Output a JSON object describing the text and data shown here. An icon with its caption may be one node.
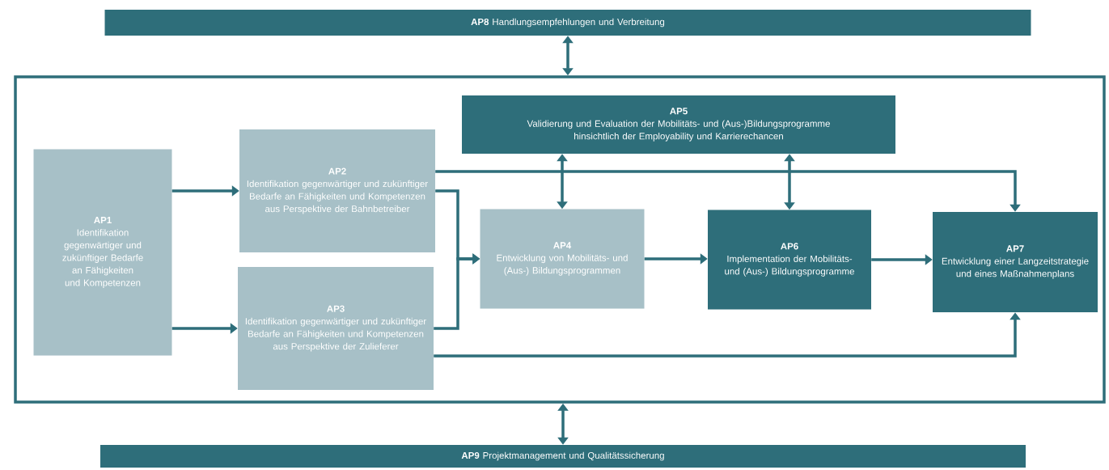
{
  "diagram": {
    "nodes": [
      {
        "text": [
          "**AP8** Handlungsempfehlungen und Verbreitung"
        ]
      },
      {
        "text": [],
        "shape": "box"
      },
      {
        "text": [
          "AP1",
          "Identifikation gegenwärtiger und zukünftiger Bedarfe an Fähigkeiten und Kompetenzen"
        ],
        "in": 1
      },
      {
        "text": [
          "AP2",
          "Identifikation gegenwärtiger und zukünftiger Bedarfe an Fähigkeiten und Kompetenzen aus Perspektive der Bahnbetreiber"
        ],
        "in": 1
      },
      {
        "text": [
          "AP3",
          "Identifikation gegenwärtiger und zukünftiger Bedarfe an Fähigkeiten und Kompetenzen aus Perspektive der Zulieferer"
        ],
        "in": 1
      },
      {
        "text": [
          "AP4",
          "Entwicklung von Mobilitäts- und (Aus-) Bildungsprogrammen"
        ],
        "in": 1
      },
      {
        "text": [
          "AP5",
          "Validierung und Evaluation der Mobilitäts- und (Aus-)Bildungsprogramme hinsichtlich der Employability und Karrierechancen"
        ],
        "in": 1
      },
      {
        "text": [
          "AP6",
          "Implementation der Mobilitäts- und (Aus-) Bildungsprogramme"
        ],
        "in": 1
      },
      {
        "text": [
          "AP7",
          "Entwicklung einer Langzeitstrategie und eines Maßnahmenplans"
        ],
        "in": 1
      },
      {
        "text": [
          "**AP9** Projektmanagement und Qualitätssicherung"
        ]
      }
    ],
    "edges": [
      {
        "from": 0,
        "to": 1,
        "arrow": "both"
      },
      {
        "from": 1,
        "to": 9,
        "arrow": "both"
      },
      {
        "from": 2,
        "to": 3,
        "arrow": "to"
      },
      {
        "from": 2,
        "to": 4,
        "arrow": "to"
      },
      {
        "from": 3,
        "to": 5,
        "arrow": "to"
      },
      {
        "from": 4,
        "to": 5,
        "arrow": "to"
      },
      {
        "from": 3,
        "to": 8,
        "arrow": "to"
      },
      {
        "from": 4,
        "to": 8,
        "arrow": "to"
      },
      {
        "from": 6,
        "to": 5,
        "arrow": "both"
      },
      {
        "from": 6,
        "to": 7,
        "arrow": "both"
      },
      {
        "from": 5,
        "to": 7,
        "arrow": "to"
      },
      {
        "from": 7,
        "to": 8,
        "arrow": "to"
      }
    ]
  }
}
